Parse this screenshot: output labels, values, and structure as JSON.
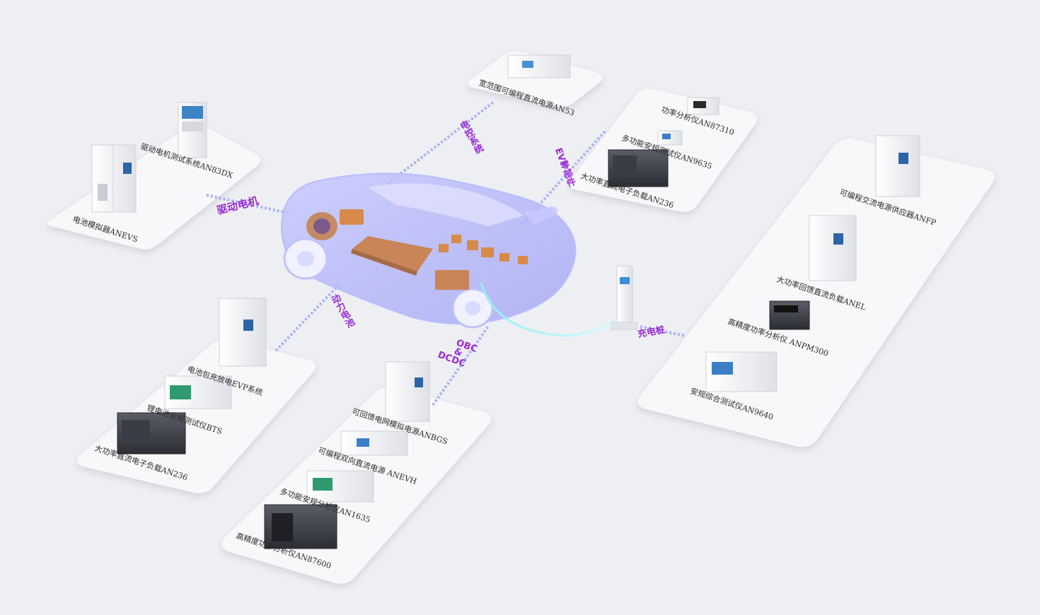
{
  "systems": {
    "motor": "驱动电机",
    "electric_control": "电控系统",
    "ev_parts": "EV零部件",
    "battery": "动力电池",
    "obc_line1": "OBC",
    "obc_line2": "&",
    "obc_line3": "DCDC",
    "charger": "充电桩"
  },
  "devices": {
    "an83dx": "驱动电机测试系统AN83DX",
    "anevs": "电池模拟器ANEVS",
    "an53": "宽范围可编程直流电源AN53",
    "an87310": "功率分析仪AN87310",
    "an9635": "多功能安规测试仪AN9635",
    "an236_top": "大功率直流电子负载AN236",
    "anfp": "可编程交流电源供应器ANFP",
    "anel": "大功率回馈直流负载ANEL",
    "anpm300": "高精度功率分析仪 ANPM300",
    "an9640": "安规综合测试仪AN9640",
    "evp": "电池包充放电EVP系统",
    "bts": "锂电池安规测试仪BTS",
    "an236_bottom": "大功率直流电子负载AN236",
    "anbgs": "可回馈电网模拟电源ANBGS",
    "anevh": "可编程双向直流电源 ANEVH",
    "an1635": "多功能安规分析仪AN1635",
    "an87600": "高精度功率分析仪AN87600"
  }
}
